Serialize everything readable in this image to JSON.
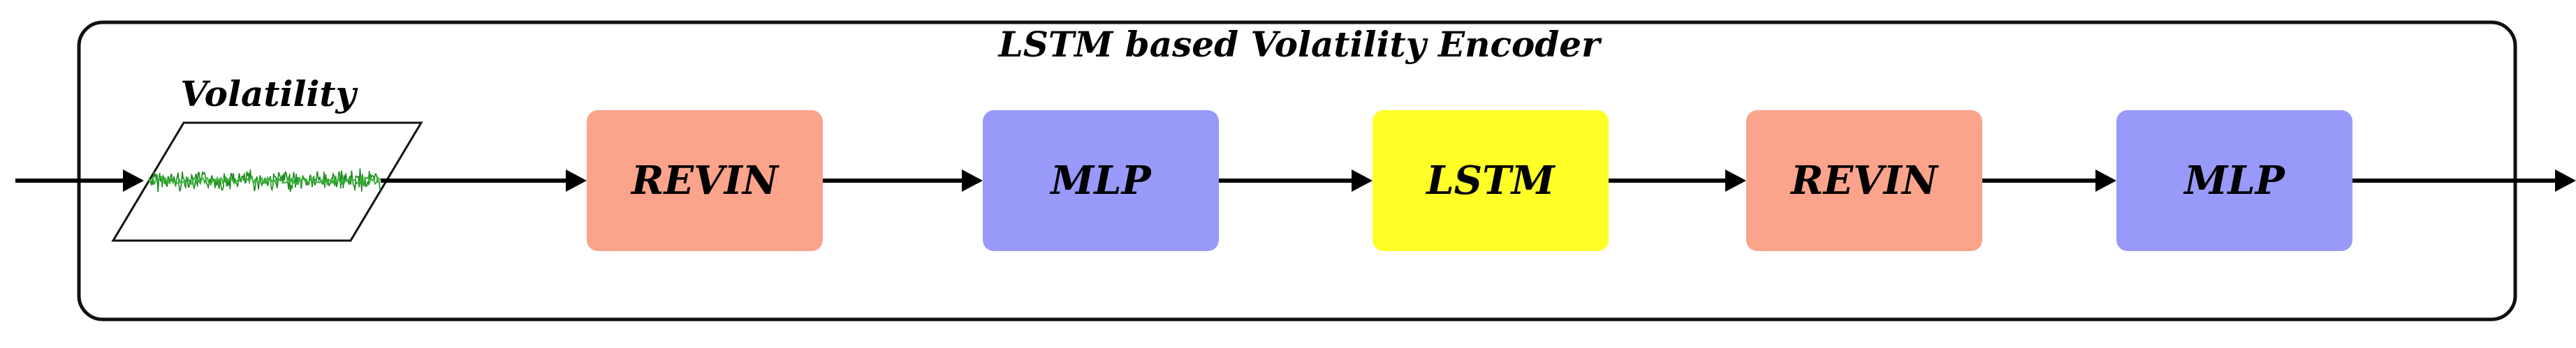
{
  "diagram": {
    "title": "LSTM based Volatility Encoder",
    "input": {
      "label": "Volatility"
    },
    "blocks": [
      {
        "label": "REVIN",
        "color": "#FBA38B"
      },
      {
        "label": "MLP",
        "color": "#9999F9"
      },
      {
        "label": "LSTM",
        "color": "#FFFF27"
      },
      {
        "label": "REVIN",
        "color": "#FBA38B"
      },
      {
        "label": "MLP",
        "color": "#9999F9"
      }
    ],
    "colors": {
      "frame": "#111111",
      "arrow": "#000000",
      "signal": "#1E8B1E",
      "block_text": "#000000"
    }
  }
}
